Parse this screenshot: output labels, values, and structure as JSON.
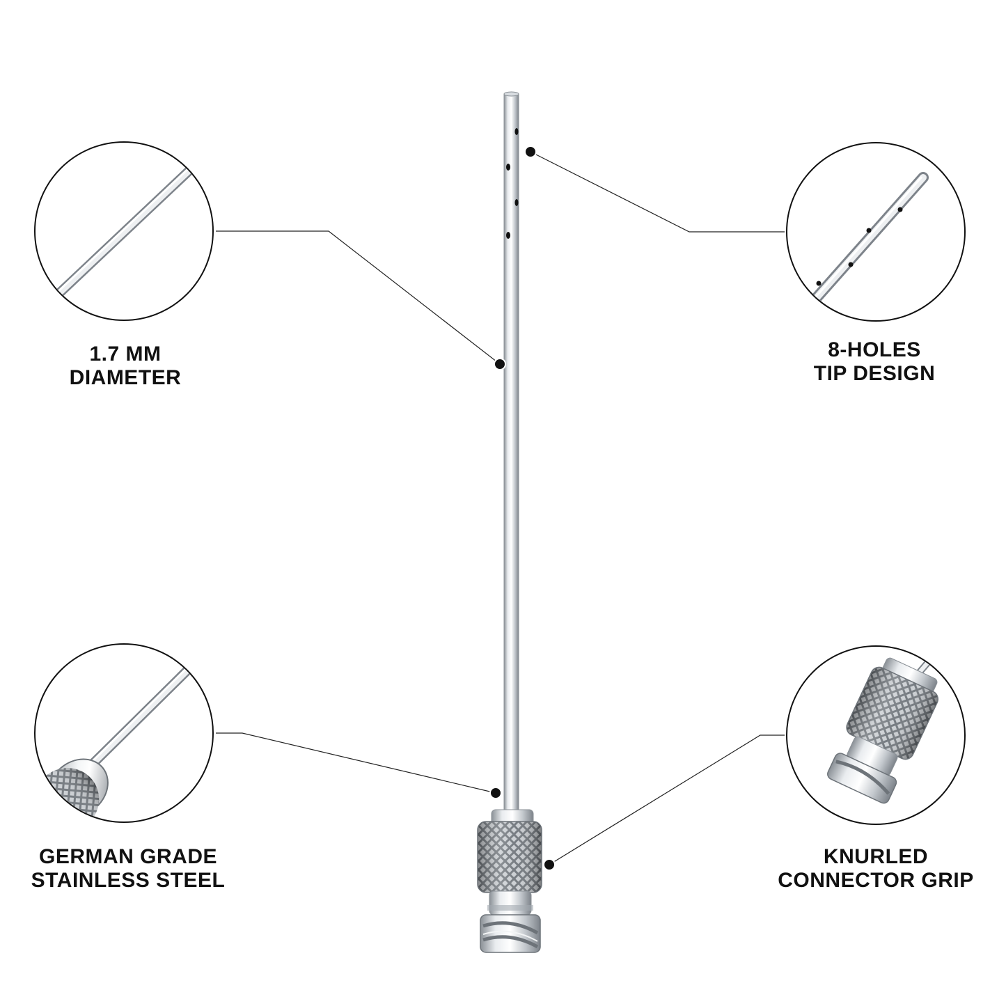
{
  "features": {
    "diameter": {
      "line1": "1.7 MM",
      "line2": "DIAMETER"
    },
    "holes": {
      "line1": "8-HOLES",
      "line2": "TIP DESIGN"
    },
    "steel": {
      "line1": "GERMAN GRADE",
      "line2": "STAINLESS STEEL"
    },
    "grip": {
      "line1": "KNURLED",
      "line2": "CONNECTOR GRIP"
    }
  },
  "colors": {
    "background": "#ffffff",
    "text": "#111111",
    "callout_line": "#222222",
    "steel_light": "#eef0f2",
    "steel_mid": "#b9bec4",
    "steel_dark": "#7d838a",
    "hole": "#111111"
  },
  "icons": {
    "product": "cannula-needle-with-luer-lock-hub",
    "callout_marker": "black-dot-marker"
  }
}
